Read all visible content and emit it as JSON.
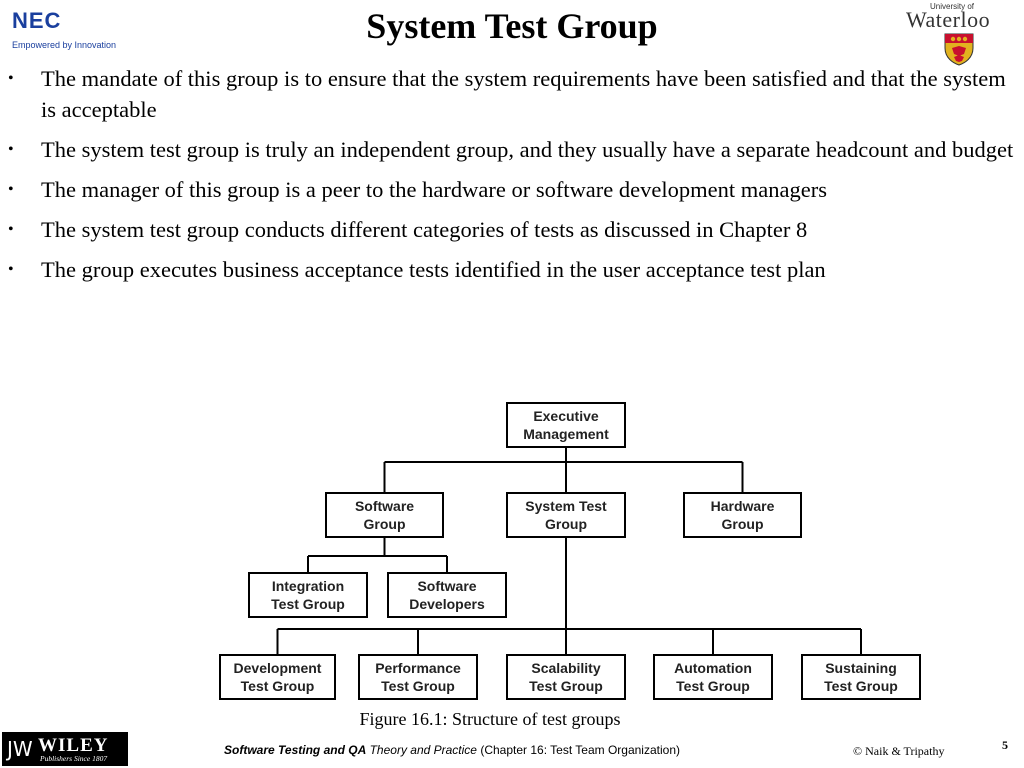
{
  "header": {
    "title": "System Test Group",
    "nec_logo": "NEC",
    "nec_tagline": "Empowered by Innovation",
    "uw_small": "University of",
    "uw_name": "Waterloo",
    "uw_crest_icon": "crest-icon"
  },
  "bullets": [
    "The mandate of this group is to ensure that the system requirements have been satisfied and that the system is acceptable",
    "The system test group is truly an independent group, and they usually have a separate headcount and budget",
    "The manager of this group is a peer to the hardware or software development managers",
    "The system test group conducts different categories of tests as discussed in Chapter 8",
    "The group executes business acceptance tests identified in the user acceptance test plan"
  ],
  "bullet_symbol": "•",
  "diagram": {
    "nodes": {
      "exec": [
        "Executive",
        "Management"
      ],
      "software": [
        "Software",
        "Group"
      ],
      "systest": [
        "System Test",
        "Group"
      ],
      "hardware": [
        "Hardware",
        "Group"
      ],
      "integration": [
        "Integration",
        "Test Group"
      ],
      "swdev": [
        "Software",
        "Developers"
      ],
      "development": [
        "Development",
        "Test Group"
      ],
      "performance": [
        "Performance",
        "Test Group"
      ],
      "scalability": [
        "Scalability",
        "Test Group"
      ],
      "automation": [
        "Automation",
        "Test Group"
      ],
      "sustaining": [
        "Sustaining",
        "Test Group"
      ]
    },
    "edges": [
      [
        "exec",
        "software"
      ],
      [
        "exec",
        "systest"
      ],
      [
        "exec",
        "hardware"
      ],
      [
        "software",
        "integration"
      ],
      [
        "software",
        "swdev"
      ],
      [
        "systest",
        "development"
      ],
      [
        "systest",
        "performance"
      ],
      [
        "systest",
        "scalability"
      ],
      [
        "systest",
        "automation"
      ],
      [
        "systest",
        "sustaining"
      ]
    ],
    "caption": "Figure 16.1: Structure of test groups"
  },
  "footer": {
    "wiley_mark": "JW",
    "wiley_name": "WILEY",
    "wiley_sub": "Publishers Since 1807",
    "book_title": "Software Testing and QA",
    "book_subtitle": "Theory and Practice",
    "chapter": "(Chapter 16: Test  Team Organization)",
    "copyright": "© Naik & Tripathy",
    "page_number": "5"
  }
}
